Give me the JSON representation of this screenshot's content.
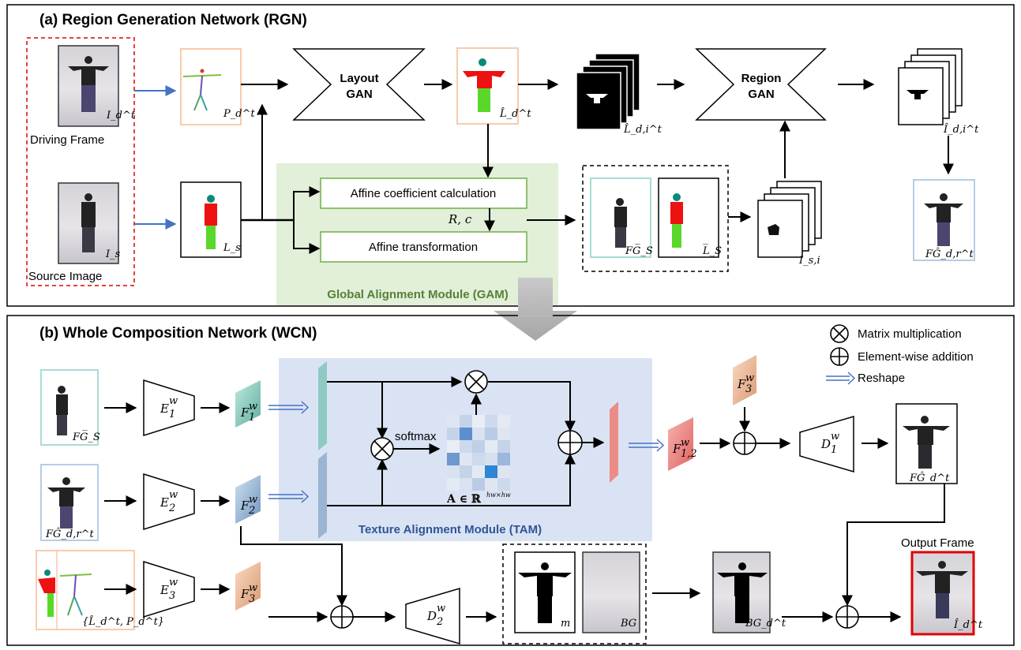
{
  "rgn": {
    "title": "(a) Region Generation Network (RGN)",
    "driving_frame": "Driving Frame",
    "source_image": "Source Image",
    "layout_gan_1": "Layout",
    "layout_gan_2": "GAN",
    "region_gan_1": "Region",
    "region_gan_2": "GAN",
    "affine_calc": "Affine coefficient calculation",
    "affine_transform": "Affine transformation",
    "r_c": "R, c",
    "gam": "Global Alignment Module (GAM)",
    "sym_I_d_t": "I_d^t",
    "sym_I_s": "I_s",
    "sym_P_d_t": "P_d^t",
    "sym_L_s": "L_s",
    "sym_L_hat_d_t": "L̂_d^t",
    "sym_L_hat_d_i_t": "L̂_d,i^t",
    "sym_I_hat_d_i_t": "Î_d,i^t",
    "sym_FG_bar_S": "FG̅_S",
    "sym_L_bar_S": "L̅_S",
    "sym_I_s_i": "I_s,i",
    "sym_FG_hat_d_r_t": "FĜ_d,r^t"
  },
  "wcn": {
    "title": "(b) Whole Composition Network (WCN)",
    "legend_matmul": "Matrix multiplication",
    "legend_add": "Element-wise addition",
    "legend_reshape": "Reshape",
    "softmax": "softmax",
    "attention": "A ∈ ℝ",
    "attention_sup": "hw×hw",
    "tam": "Texture Alignment Module (TAM)",
    "output_frame": "Output Frame",
    "E1": "E",
    "E1_sub": "1",
    "E1_sup": "w",
    "E2": "E",
    "E2_sub": "2",
    "E2_sup": "w",
    "E3": "E",
    "E3_sub": "3",
    "E3_sup": "w",
    "D1": "D",
    "D1_sub": "1",
    "D1_sup": "w",
    "D2": "D",
    "D2_sub": "2",
    "D2_sup": "w",
    "F1": "F",
    "F1_sub": "1",
    "F1_sup": "w",
    "F2": "F",
    "F2_sub": "2",
    "F2_sup": "w",
    "F3a": "F",
    "F3a_sub": "3",
    "F3a_sup": "w",
    "F3b": "F",
    "F3b_sub": "3",
    "F3b_sup": "w",
    "F12": "F",
    "F12_sub": "1,2",
    "F12_sup": "w",
    "sym_FG_bar_S": "FG̅_S",
    "sym_FG_hat_d_r_t": "FĜ_d,r^t",
    "sym_L_P": "{L̂_d^t, P_d^t}",
    "sym_m": "m",
    "sym_BG": "BG",
    "sym_BG_d_t": "BG_d^t",
    "sym_FG_hat_d_t": "FĜ_d^t",
    "sym_I_hat_d_t": "Î_d^t"
  },
  "colors": {
    "gam_bg": "#e2efd9",
    "gam_border": "#70ad47",
    "gam_text": "#548235",
    "tam_bg": "#dae3f3",
    "tam_text": "#2f5597",
    "arrow_blue": "#4472c4",
    "red_dash": "#e00000",
    "peach": "#f8cbad",
    "teal": "#a9dcd6",
    "lightblue": "#b4cde6"
  }
}
